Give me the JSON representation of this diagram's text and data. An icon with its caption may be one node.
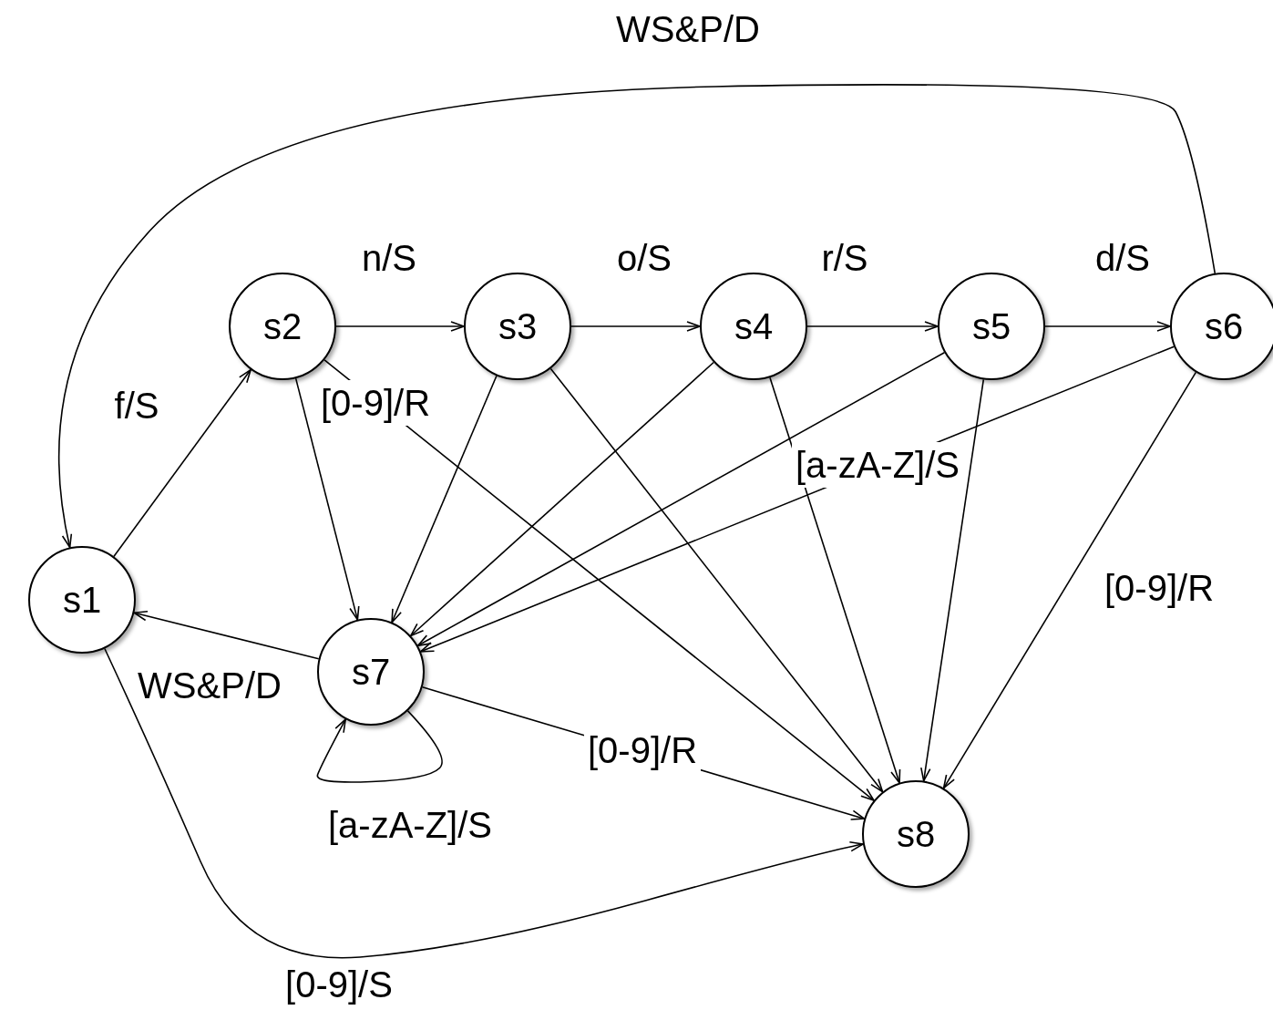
{
  "diagram": {
    "nodes": [
      {
        "text": [
          "s1"
        ]
      },
      {
        "text": [
          "s2"
        ]
      },
      {
        "text": [
          "s3"
        ]
      },
      {
        "text": [
          "s4"
        ]
      },
      {
        "text": [
          "s5"
        ]
      },
      {
        "text": [
          "s6"
        ]
      },
      {
        "text": [
          "s7"
        ]
      },
      {
        "text": [
          "s8"
        ]
      }
    ],
    "edges": [
      {
        "from": 0,
        "to": 1,
        "arrow": "to",
        "label": "f/S"
      },
      {
        "from": 1,
        "to": 2,
        "arrow": "to",
        "label": "n/S"
      },
      {
        "from": 2,
        "to": 3,
        "arrow": "to",
        "label": "o/S"
      },
      {
        "from": 3,
        "to": 4,
        "arrow": "to",
        "label": "r/S"
      },
      {
        "from": 4,
        "to": 5,
        "arrow": "to",
        "label": "d/S"
      },
      {
        "from": 5,
        "to": 0,
        "arrow": "to",
        "label": "WS&P/D"
      },
      {
        "from": 1,
        "to": 6,
        "arrow": "to"
      },
      {
        "from": 1,
        "to": 7,
        "arrow": "to",
        "label": "[0-9]/R"
      },
      {
        "from": 2,
        "to": 6,
        "arrow": "to"
      },
      {
        "from": 2,
        "to": 7,
        "arrow": "to"
      },
      {
        "from": 3,
        "to": 6,
        "arrow": "to"
      },
      {
        "from": 3,
        "to": 7,
        "arrow": "to"
      },
      {
        "from": 4,
        "to": 6,
        "arrow": "to"
      },
      {
        "from": 4,
        "to": 7,
        "arrow": "to"
      },
      {
        "from": 5,
        "to": 6,
        "arrow": "to",
        "label": "[a-zA-Z]/S"
      },
      {
        "from": 5,
        "to": 7,
        "arrow": "to",
        "label": "[0-9]/R"
      },
      {
        "from": 6,
        "to": 0,
        "arrow": "to",
        "label": "WS&P/D"
      },
      {
        "from": 6,
        "to": 6,
        "arrow": "to",
        "label": "[a-zA-Z]/S"
      },
      {
        "from": 6,
        "to": 7,
        "arrow": "to",
        "label": "[0-9]/R"
      },
      {
        "from": 0,
        "to": 7,
        "arrow": "to",
        "label": "[0-9]/S"
      }
    ]
  }
}
